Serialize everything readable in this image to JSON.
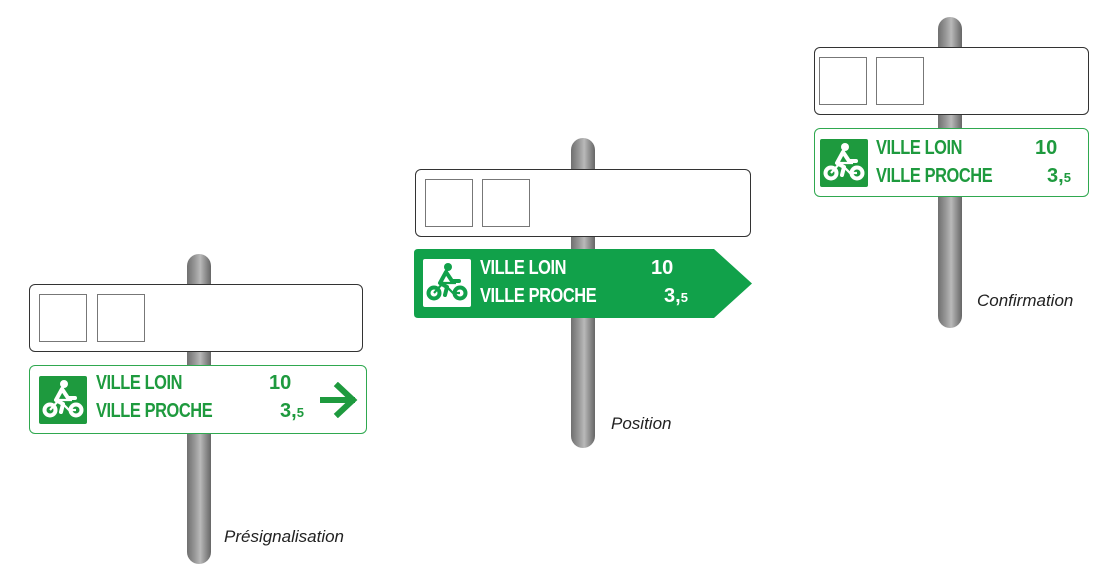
{
  "signs": [
    {
      "caption": "Présignalisation",
      "line1": "VILLE LOIN",
      "line2": "VILLE PROCHE",
      "distance1": "10",
      "distance2_int": "3,",
      "distance2_dec": "5",
      "style": "outline",
      "icon": "bicycle-icon",
      "direction_marker": "arrow-right-icon"
    },
    {
      "caption": "Position",
      "line1": "VILLE LOIN",
      "line2": "VILLE PROCHE",
      "distance1": "10",
      "distance2_int": "3,",
      "distance2_dec": "5",
      "style": "filled",
      "icon": "bicycle-icon",
      "direction_marker": "arrow-tip-shape"
    },
    {
      "caption": "Confirmation",
      "line1": "VILLE LOIN",
      "line2": "VILLE PROCHE",
      "distance1": "10",
      "distance2_int": "3,",
      "distance2_dec": "5",
      "style": "outline",
      "icon": "bicycle-icon",
      "direction_marker": "none"
    }
  ],
  "colors": {
    "green": "#1e9a3e",
    "green_fill": "#11a14a",
    "pole": "#8a8a8a"
  }
}
